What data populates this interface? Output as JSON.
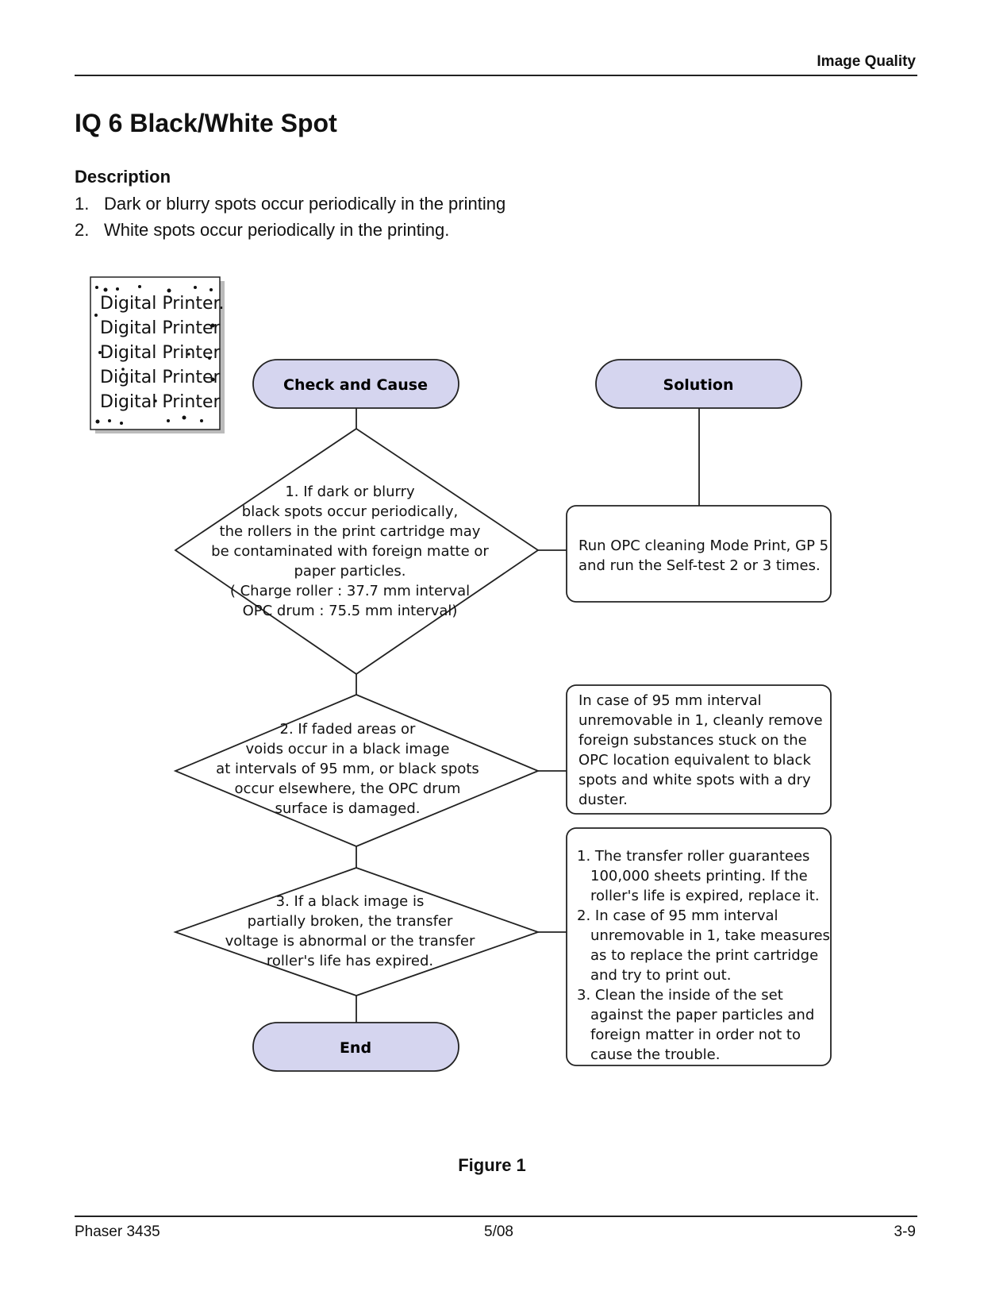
{
  "header": {
    "section": "Image Quality"
  },
  "title": "IQ 6 Black/White Spot",
  "description": {
    "heading": "Description",
    "items": [
      {
        "num": "1.",
        "text": "Dark or blurry spots occur periodically in the printing"
      },
      {
        "num": "2.",
        "text": "White spots occur periodically in the printing."
      }
    ]
  },
  "sample_image": {
    "lines": [
      "Digital Printer.",
      "Digital Printer",
      "Digital Printer",
      "Digital Printer",
      "Digital Printer"
    ]
  },
  "flowchart": {
    "check_header": "Check and Cause",
    "solution_header": "Solution",
    "end_label": "End",
    "decisions": [
      {
        "lines": [
          "1. If dark or blurry",
          "black spots occur periodically,",
          "the rollers in the print cartridge may",
          "be contaminated with foreign matte or",
          "paper particles.",
          "( Charge roller : 37.7 mm interval",
          "OPC drum : 75.5 mm interval)"
        ]
      },
      {
        "lines": [
          "2. If faded areas or",
          "voids occur in a black image",
          "at intervals of 95 mm, or black spots",
          "occur elsewhere, the OPC drum",
          "surface is damaged."
        ]
      },
      {
        "lines": [
          "3. If a black image is",
          "partially broken, the transfer",
          "voltage is abnormal or the transfer",
          "roller's life has expired."
        ]
      }
    ],
    "solutions": [
      {
        "lines": [
          "Run OPC cleaning Mode Print, GP 5",
          "and run the Self-test 2 or 3 times."
        ]
      },
      {
        "lines": [
          "In case of 95 mm interval",
          "unremovable in 1, cleanly remove",
          "foreign substances stuck on the",
          "OPC location equivalent to black",
          "spots and white spots with a dry",
          "duster."
        ]
      },
      {
        "lines": [
          "1. The transfer roller guarantees",
          "100,000 sheets printing. If the",
          "roller's life is expired, replace it.",
          "2. In case of 95 mm interval",
          "unremovable in 1, take measures",
          "as to replace the print cartridge",
          "and try to print out.",
          "3. Clean the inside of the set",
          "against the paper particles and",
          "foreign matter in order not to",
          "cause the trouble."
        ]
      }
    ]
  },
  "figure_caption": "Figure 1",
  "footer": {
    "left": "Phaser 3435",
    "center": "5/08",
    "right": "3-9"
  }
}
